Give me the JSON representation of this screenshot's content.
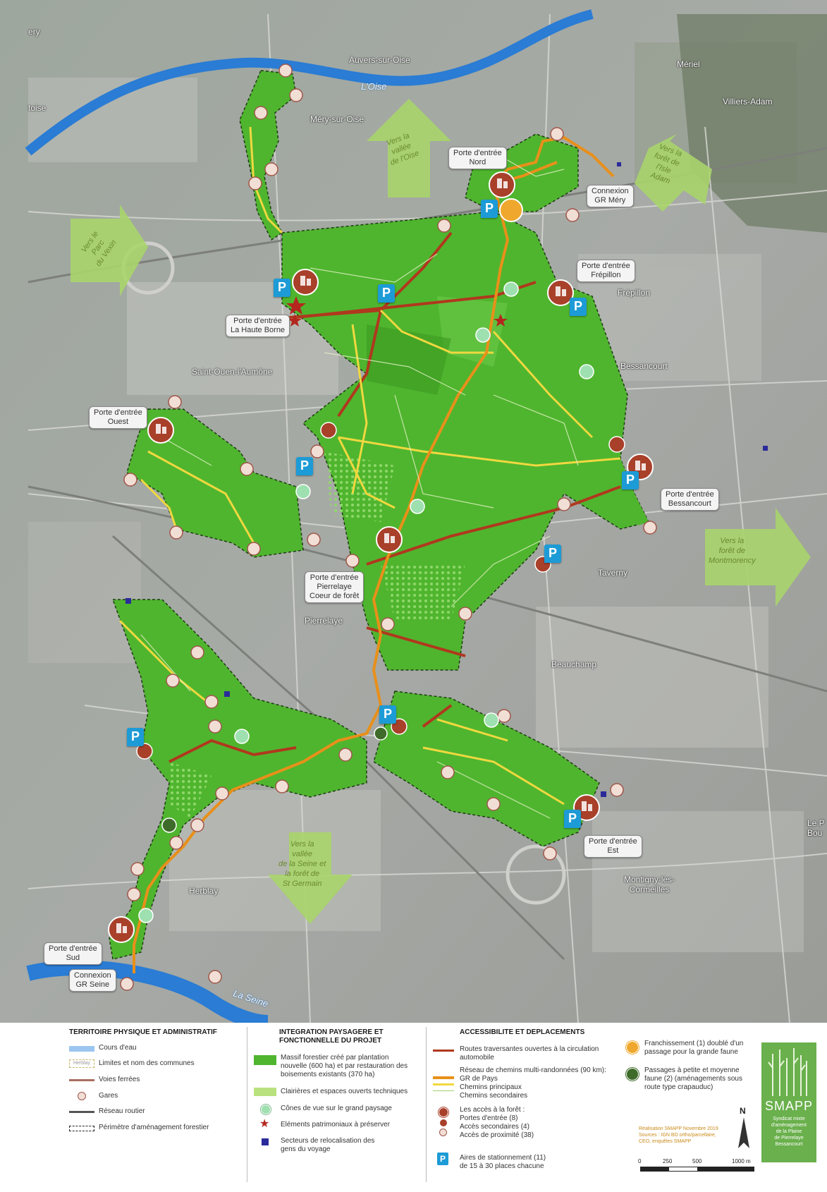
{
  "map": {
    "towns": [
      {
        "id": "auvers",
        "name": "Auvers-sur-Oise"
      },
      {
        "id": "mery",
        "name": "Méry-sur-Oise"
      },
      {
        "id": "meriel",
        "name": "Mériel"
      },
      {
        "id": "villiers",
        "name": "Villiers-Adam"
      },
      {
        "id": "frepillon",
        "name": "Frépillon"
      },
      {
        "id": "bessancourt",
        "name": "Bessancourt"
      },
      {
        "id": "saintouen",
        "name": "Saint-Ouen-l'Aumône"
      },
      {
        "id": "taverny",
        "name": "Taverny"
      },
      {
        "id": "pierrelaye",
        "name": "Pierrelaye"
      },
      {
        "id": "beauchamp",
        "name": "Beauchamp"
      },
      {
        "id": "montigny",
        "name": "Montigny-lès-\nCormeilles"
      },
      {
        "id": "herblay",
        "name": "Herblay"
      },
      {
        "id": "ery",
        "name": "ery"
      },
      {
        "id": "toise",
        "name": "toise"
      },
      {
        "id": "lep",
        "name": "Le P\nBou"
      }
    ],
    "rivers": [
      {
        "id": "oise",
        "name": "L'Oise"
      },
      {
        "id": "seine",
        "name": "La Seine"
      }
    ],
    "gates": [
      {
        "id": "nord",
        "text": "Porte d'entrée\nNord"
      },
      {
        "id": "gr_mery",
        "text": "Connexion\nGR Méry"
      },
      {
        "id": "frepillon_gate",
        "text": "Porte d'entrée\nFrépillon"
      },
      {
        "id": "hauteborne",
        "text": "Porte d'entrée\nLa Haute Borne"
      },
      {
        "id": "ouest",
        "text": "Porte d'entrée\nOuest"
      },
      {
        "id": "bessancourt_gate",
        "text": "Porte d'entrée\nBessancourt"
      },
      {
        "id": "pierrelaye_gate",
        "text": "Porte d'entrée\nPierrelaye\nCoeur de forêt"
      },
      {
        "id": "est",
        "text": "Porte d'entrée\nEst"
      },
      {
        "id": "sud",
        "text": "Porte d'entrée\nSud"
      },
      {
        "id": "gr_seine",
        "text": "Connexion\nGR Seine"
      }
    ],
    "arrows": [
      {
        "id": "oise",
        "text": "Vers la\nvallée\nde l'Oise"
      },
      {
        "id": "adam",
        "text": "Vers la\nforêt de\nl'Isle\nAdam"
      },
      {
        "id": "vexin",
        "text": "Vers le\nParc\ndu Vexin"
      },
      {
        "id": "montmorency",
        "text": "Vers la\nforêt de\nMontmorency"
      },
      {
        "id": "seine",
        "text": "Vers la\nvallée\nde la Seine et\nla forêt de\nSt Germain"
      }
    ],
    "parking_label": "P"
  },
  "legend": {
    "col1": {
      "heading": "TERRITOIRE PHYSIQUE ET ADMINISTRATIF",
      "items": [
        "Cours d'eau",
        "Limites et nom des communes",
        "Voies ferrées",
        "Gares",
        "Réseau routier",
        "Périmètre d'aménagement forestier"
      ],
      "commune_sample": "Herblay"
    },
    "col2": {
      "heading": "INTEGRATION PAYSAGERE ET\nFONCTIONNELLE DU PROJET",
      "items": [
        "Massif forestier créé par plantation\nnouvelle (600 ha) et par restauration des\nboisements existants (370 ha)",
        "Clairières et espaces ouverts techniques",
        "Cônes de vue sur le grand paysage",
        "Eléments patrimoniaux à préserver",
        "Secteurs de relocalisation des\ngens du voyage"
      ]
    },
    "col3": {
      "heading": "ACCESSIBILITE ET DEPLACEMENTS",
      "items": [
        "Routes traversantes ouvertes à la circulation\nautomobile",
        "Réseau de chemins multi-randonnées (90 km):\nGR de Pays\nChemins principaux\nChemins secondaires",
        "Les accès à la forêt :\nPortes d'entrée (8)\nAccès secondaires (4)\nAccès de proximité (38)",
        "Aires de stationnement (11)\nde 15 à 30 places chacune"
      ]
    },
    "col4": {
      "items": [
        "Franchissement (1) doublé d'un\npassage pour la grande faune",
        "Passages à petite et moyenne\nfaune (2) (aménagements sous\nroute type crapauduc)"
      ]
    },
    "credit": "Réalisation SMAPP Novembre 2019\nSources : IGN BD ortho/parcellaire,\nCEO, enquêtes SMAPP",
    "scale": {
      "north": "N",
      "ticks": [
        "0",
        "250",
        "500",
        "1000 m"
      ]
    },
    "smapp": {
      "name": "SMAPP",
      "full": "Syndicat mixte\nd'aménagement\nde la Plaine\nde Pierrelaye\nBessancourt"
    }
  },
  "colors": {
    "forest": "#4fb52e",
    "forest_dark": "#3c9a22",
    "gr": "#e8901a",
    "main_path": "#f0d840",
    "road": "#b0381e",
    "gate_icon": "#a8402a",
    "parking": "#1d9bd6",
    "river": "#2a7cd4",
    "arrow": "#a9d46b"
  }
}
